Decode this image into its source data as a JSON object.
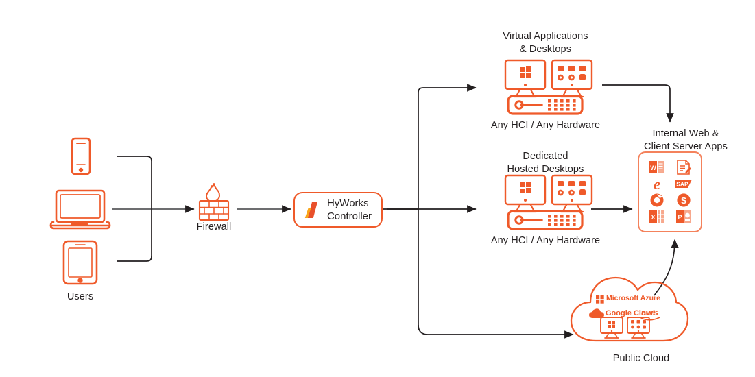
{
  "theme": {
    "orange": "#ef5a2a",
    "orange_light": "#f4825c",
    "amber": "#f9a51a",
    "line": "#58595b",
    "arrow": "#231f20",
    "text": "#231f20",
    "background": "#ffffff"
  },
  "diagram": {
    "title_alt": "HyWorks virtual desktop delivery architecture",
    "users": {
      "label": "Users",
      "devices": [
        {
          "name": "smartphone",
          "icon": "smartphone-icon"
        },
        {
          "name": "laptop",
          "icon": "laptop-icon"
        },
        {
          "name": "tablet",
          "icon": "tablet-icon"
        }
      ]
    },
    "firewall": {
      "label": "Firewall",
      "icon": "firewall-brick-flame-icon"
    },
    "controller": {
      "label_line1": "HyWorks",
      "label_line2": "Controller",
      "logo": "hyworks-logo"
    },
    "virtual_apps": {
      "title": "Virtual Applications\n& Desktops",
      "caption": "Any HCI / Any Hardware",
      "monitors": [
        "windows-desktop-monitor",
        "apps-grid-monitor"
      ],
      "appliance": "server-appliance-icon"
    },
    "dedicated_desktops": {
      "title": "Dedicated\nHosted Desktops",
      "caption": "Any HCI / Any Hardware",
      "monitors": [
        "windows-desktop-monitor",
        "apps-grid-monitor"
      ],
      "appliance": "server-appliance-icon"
    },
    "internal_apps": {
      "title": "Internal Web &\nClient Server Apps",
      "apps": [
        {
          "name": "word",
          "glyph": "W"
        },
        {
          "name": "document-edit",
          "glyph": ""
        },
        {
          "name": "internet-explorer",
          "glyph": "e"
        },
        {
          "name": "sap",
          "glyph": "SAP"
        },
        {
          "name": "chrome-circle",
          "glyph": ""
        },
        {
          "name": "skype",
          "glyph": "S"
        },
        {
          "name": "excel",
          "glyph": "X"
        },
        {
          "name": "powerpoint",
          "glyph": "P"
        }
      ]
    },
    "public_cloud": {
      "label": "Public Cloud",
      "providers": [
        {
          "name": "microsoft-azure",
          "text": "Microsoft Azure"
        },
        {
          "name": "google-cloud",
          "text": "Google Cloud"
        },
        {
          "name": "aws",
          "text": "aws"
        }
      ],
      "monitors": [
        "windows-desktop-monitor",
        "apps-grid-monitor"
      ]
    }
  }
}
